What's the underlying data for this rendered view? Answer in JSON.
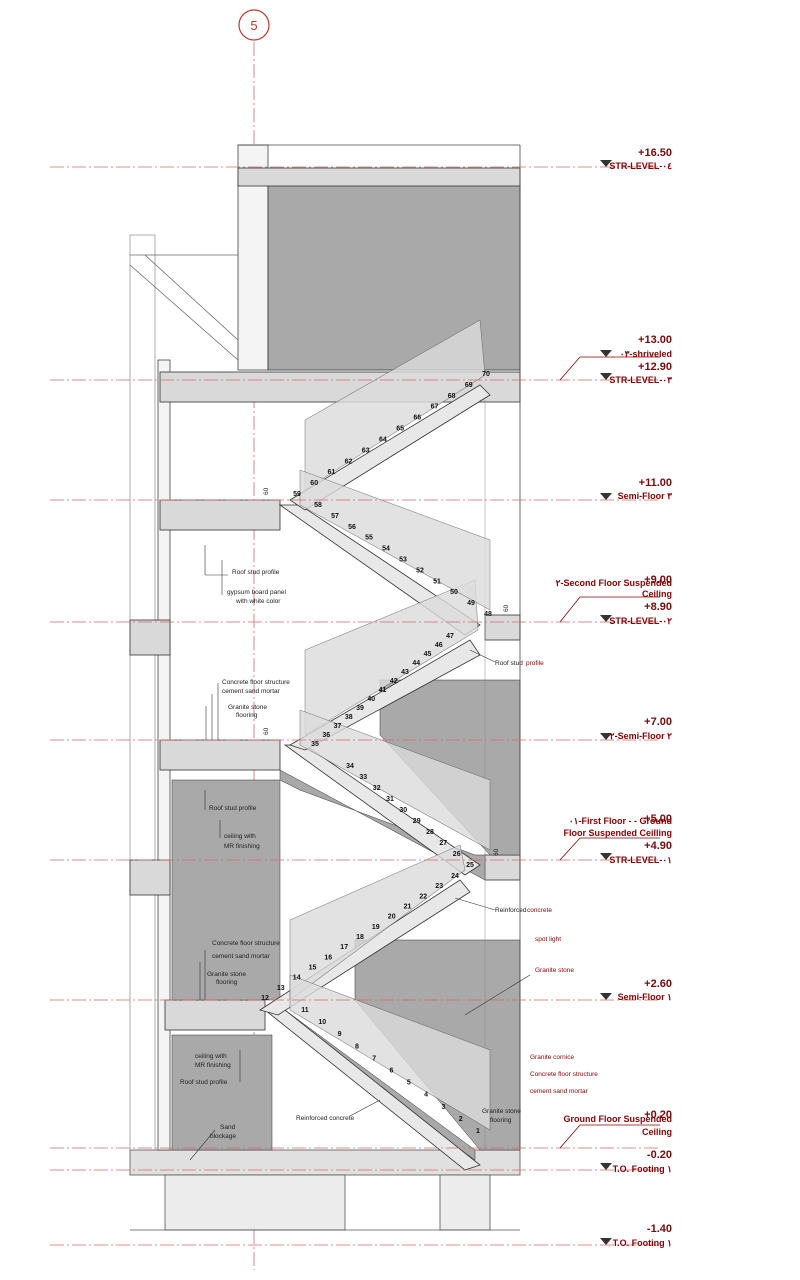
{
  "grid": {
    "label": "5",
    "color": "#c0392b"
  },
  "colors": {
    "wall_gray": "#a9a9a9",
    "slab": "#d9d9d9",
    "concrete_section": "#e8e8e8",
    "level_line": "#d46a6a",
    "text_red": "#8b0000",
    "line": "#333333"
  },
  "levels": [
    {
      "value": "+16.50",
      "name": "STR-LEVEL-۰٤"
    },
    {
      "value": "+13.00",
      "name": "۰٣-shriveled"
    },
    {
      "value": "+12.90",
      "name": "STR-LEVEL-۰٣"
    },
    {
      "value": "+11.00",
      "name": "Semi-Floor ٣"
    },
    {
      "value": "+9.00",
      "name": "٢-Second Floor Suspended",
      "name2": "Ceiling"
    },
    {
      "value": "+8.90",
      "name": "STR-LEVEL-۰٢"
    },
    {
      "value": "+7.00",
      "name": "٢-Semi-Floor ٢"
    },
    {
      "value": "+5.00",
      "name": "٠١-First Floor - - Ground",
      "name2": "Floor Suspended Ceilling"
    },
    {
      "value": "+4.90",
      "name": "STR-LEVEL-۰١"
    },
    {
      "value": "+2.60",
      "name": "Semi-Floor ١"
    },
    {
      "value": "+0.20",
      "name": "Ground Floor Suspended",
      "name2": "Ceiling"
    },
    {
      "value": "-0.20",
      "name": "T.O. Footing ١"
    },
    {
      "value": "-1.40",
      "name": "T.O. Footing ١"
    }
  ],
  "notes": {
    "roof_stud_profile": "Roof stud profile",
    "gypsum_1": "gypsum board panel",
    "gypsum_2": "with white color",
    "concrete_floor_structure": "Concrete floor structure",
    "cement_sand_mortar": "cement sand mortar",
    "granite_1": "Granite stone",
    "granite_2": "flooring",
    "roof_stud_profile_red_a": "Roof stud",
    "roof_stud_profile_red_b": "profile",
    "ceiling_mr_1": "ceiling with",
    "ceiling_mr_2": "MR finishing",
    "reinforced_concrete_a": "Reinforced",
    "reinforced_concrete_b": "concrete",
    "spot_light": "spot light",
    "granite_stone": "Granite stone",
    "granite_cornice": "Granite cornice",
    "concrete_floor_structure_red": "Concrete floor structure",
    "cement_sand_mortar_red": "cement sand mortar",
    "reinforced_concrete_full": "Reinforced concrete",
    "granite_stone_flooring_1": "Granite stone",
    "granite_stone_flooring_2": "flooring",
    "sand_1": "Sand",
    "sand_2": "blockage",
    "dim_label": "60"
  },
  "steps": [
    "1",
    "2",
    "3",
    "4",
    "5",
    "6",
    "7",
    "8",
    "9",
    "10",
    "11",
    "12",
    "13",
    "14",
    "15",
    "16",
    "17",
    "18",
    "19",
    "20",
    "21",
    "22",
    "23",
    "24",
    "25",
    "26",
    "27",
    "28",
    "29",
    "30",
    "31",
    "32",
    "33",
    "34",
    "35",
    "36",
    "37",
    "38",
    "39",
    "40",
    "41",
    "42",
    "43",
    "44",
    "45",
    "46",
    "47",
    "48",
    "49",
    "50",
    "51",
    "52",
    "53",
    "54",
    "55",
    "56",
    "57",
    "58",
    "59",
    "60",
    "61",
    "62",
    "63",
    "64",
    "65",
    "66",
    "67",
    "68",
    "69",
    "70"
  ]
}
